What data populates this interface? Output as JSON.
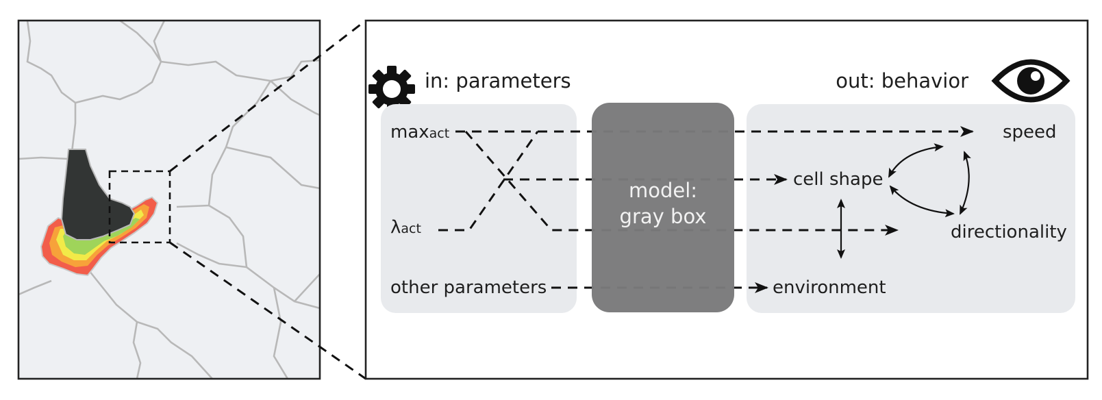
{
  "inputs_header": "in: parameters",
  "outputs_header": "out: behavior",
  "model_label_line1": "model:",
  "model_label_line2": "gray box",
  "inputs": {
    "max_act_main": "max",
    "max_act_sub": "act",
    "lambda_act_main": "λ",
    "lambda_act_sub": "act",
    "other": "other parameters"
  },
  "outputs": {
    "speed": "speed",
    "cell_shape": "cell shape",
    "directionality": "directionality",
    "environment": "environment"
  },
  "icons": {
    "input": "gear-icon",
    "output": "eye-icon"
  },
  "colors": {
    "panel_bg": "#e8eaed",
    "model_box": "#7a7a7b",
    "cell_body": "#323534",
    "protrusion_gradient": [
      "#f25d4a",
      "#f7a23a",
      "#f2ea48",
      "#9fd45a"
    ]
  }
}
